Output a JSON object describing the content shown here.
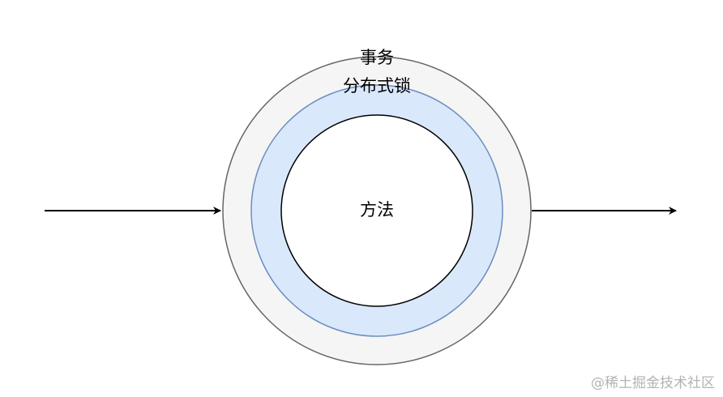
{
  "diagram": {
    "outer_label": "事务",
    "middle_label": "分布式锁",
    "inner_label": "方法",
    "colors": {
      "outer_fill": "#f5f5f5",
      "outer_stroke": "#666666",
      "middle_fill": "#dae8fc",
      "middle_stroke": "#6c8ebf",
      "inner_fill": "#ffffff",
      "inner_stroke": "#000000",
      "arrow": "#000000"
    }
  },
  "watermark": {
    "text": "@稀土掘金技术社区"
  }
}
